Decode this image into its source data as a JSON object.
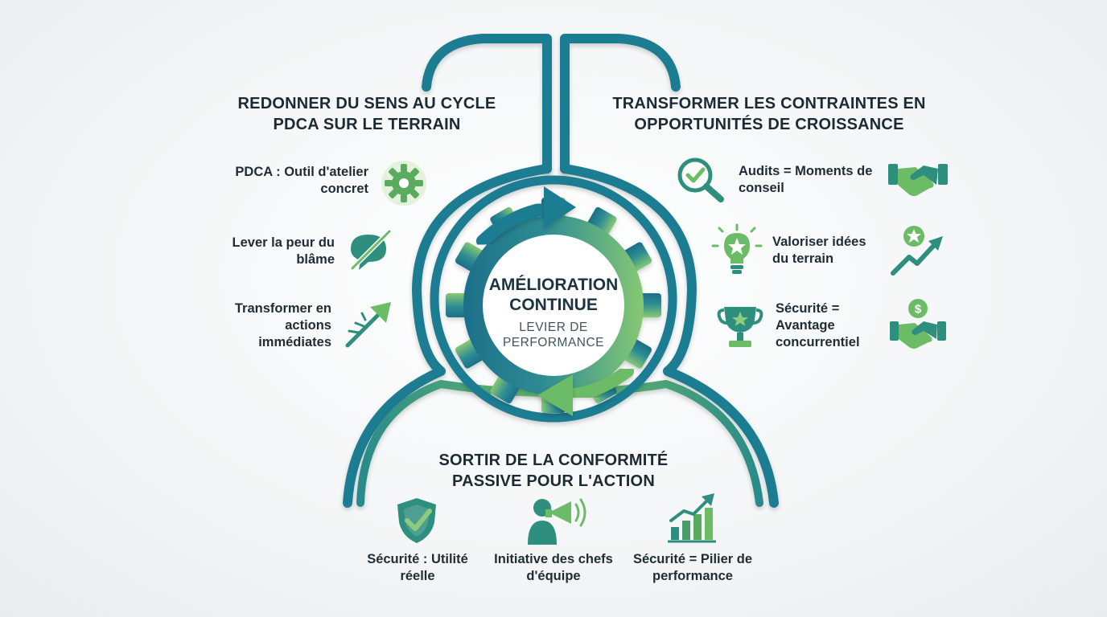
{
  "center": {
    "title": "AMÉLIORATION CONTINUE",
    "subtitle": "LEVIER DE PERFORMANCE"
  },
  "sections": {
    "top_left": {
      "heading": "REDONNER DU SENS AU CYCLE PDCA SUR LE TERRAIN",
      "items": [
        {
          "label": "PDCA : Outil d'atelier concret",
          "icon": "gear-icon"
        },
        {
          "label": "Lever la peur du blâme",
          "icon": "crossed-chat-bubble-icon"
        },
        {
          "label": "Transformer en actions immédiates",
          "icon": "arrow-burst-icon"
        }
      ]
    },
    "top_right": {
      "heading": "TRANSFORMER LES CONTRAINTES EN OPPORTUNITÉS DE CROISSANCE",
      "items": [
        {
          "label": "Audits = Moments de conseil",
          "icon_left": "magnifier-check-icon",
          "icon_right": "handshake-icon"
        },
        {
          "label": "Valoriser idées du terrain",
          "icon_left": "lightbulb-star-icon",
          "icon_right": "growth-arrow-star-icon"
        },
        {
          "label": "Sécurité = Avantage concurrentiel",
          "icon_left": "trophy-icon",
          "icon_right": "handshake-dollar-icon"
        }
      ]
    },
    "bottom": {
      "heading": "SORTIR DE LA CONFORMITÉ PASSIVE POUR L'ACTION",
      "items": [
        {
          "label": "Sécurité : Utilité réelle",
          "icon": "shield-check-icon"
        },
        {
          "label": "Initiative des chefs d'équipe",
          "icon": "megaphone-person-icon"
        },
        {
          "label": "Sécurité = Pilier de performance",
          "icon": "bar-chart-arrow-icon"
        }
      ]
    }
  },
  "colors": {
    "teal": "#1e7c92",
    "green": "#5aab5e",
    "light_green": "#8ccc7e"
  }
}
